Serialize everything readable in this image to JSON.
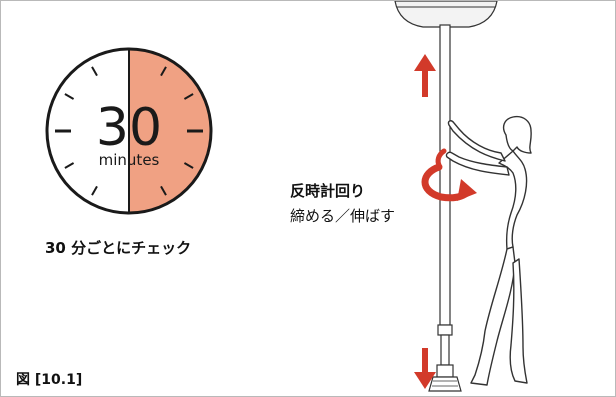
{
  "timer": {
    "number": "30",
    "unit": "minutes",
    "caption": "30 分ごとにチェック",
    "elapsed_fraction": 0.5,
    "fill_color": "#f0a183",
    "ring_color": "#1a1a1a"
  },
  "direction": {
    "title": "反時計回り",
    "subtitle": "締める／伸ばす",
    "arrow_color": "#d23a2a"
  },
  "figure_label": "図 [10.1]",
  "icons": [
    "arrow-up-icon",
    "arrow-down-icon",
    "rotate-counterclockwise-icon",
    "clock-icon"
  ]
}
